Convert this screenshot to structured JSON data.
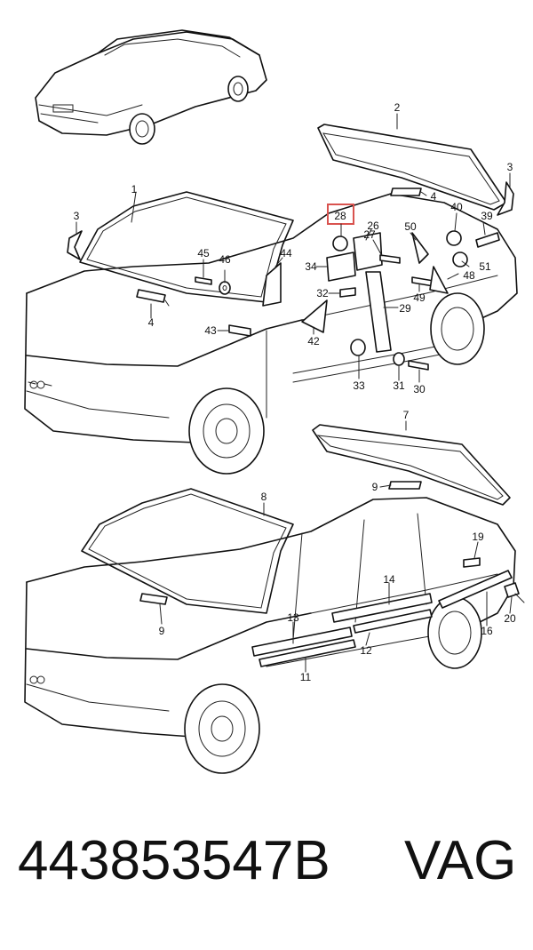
{
  "callouts": [
    {
      "id": "c1",
      "text": "1"
    },
    {
      "id": "c2",
      "text": "2"
    },
    {
      "id": "c3a",
      "text": "3"
    },
    {
      "id": "c3b",
      "text": "3"
    },
    {
      "id": "c4a",
      "text": "4"
    },
    {
      "id": "c4b",
      "text": "4"
    },
    {
      "id": "c7",
      "text": "7"
    },
    {
      "id": "c8",
      "text": "8"
    },
    {
      "id": "c9a",
      "text": "9"
    },
    {
      "id": "c9b",
      "text": "9"
    },
    {
      "id": "c11",
      "text": "11"
    },
    {
      "id": "c12",
      "text": "12"
    },
    {
      "id": "c13",
      "text": "13"
    },
    {
      "id": "c14",
      "text": "14"
    },
    {
      "id": "c16",
      "text": "16"
    },
    {
      "id": "c19",
      "text": "19"
    },
    {
      "id": "c20",
      "text": "20"
    },
    {
      "id": "c26",
      "text": "26"
    },
    {
      "id": "c27",
      "text": "27"
    },
    {
      "id": "c28",
      "text": "28"
    },
    {
      "id": "c29",
      "text": "29"
    },
    {
      "id": "c30",
      "text": "30"
    },
    {
      "id": "c31",
      "text": "31"
    },
    {
      "id": "c32",
      "text": "32"
    },
    {
      "id": "c33",
      "text": "33"
    },
    {
      "id": "c34",
      "text": "34"
    },
    {
      "id": "c39",
      "text": "39"
    },
    {
      "id": "c40",
      "text": "40"
    },
    {
      "id": "c42",
      "text": "42"
    },
    {
      "id": "c43",
      "text": "43"
    },
    {
      "id": "c44",
      "text": "44"
    },
    {
      "id": "c45",
      "text": "45"
    },
    {
      "id": "c46",
      "text": "46"
    },
    {
      "id": "c48",
      "text": "48"
    },
    {
      "id": "c49",
      "text": "49"
    },
    {
      "id": "c50",
      "text": "50"
    },
    {
      "id": "c51",
      "text": "51"
    }
  ],
  "highlight": {
    "part": "28",
    "color": "#d9534f"
  },
  "footer": {
    "part_number": "443853547B",
    "brand": "VAG"
  }
}
